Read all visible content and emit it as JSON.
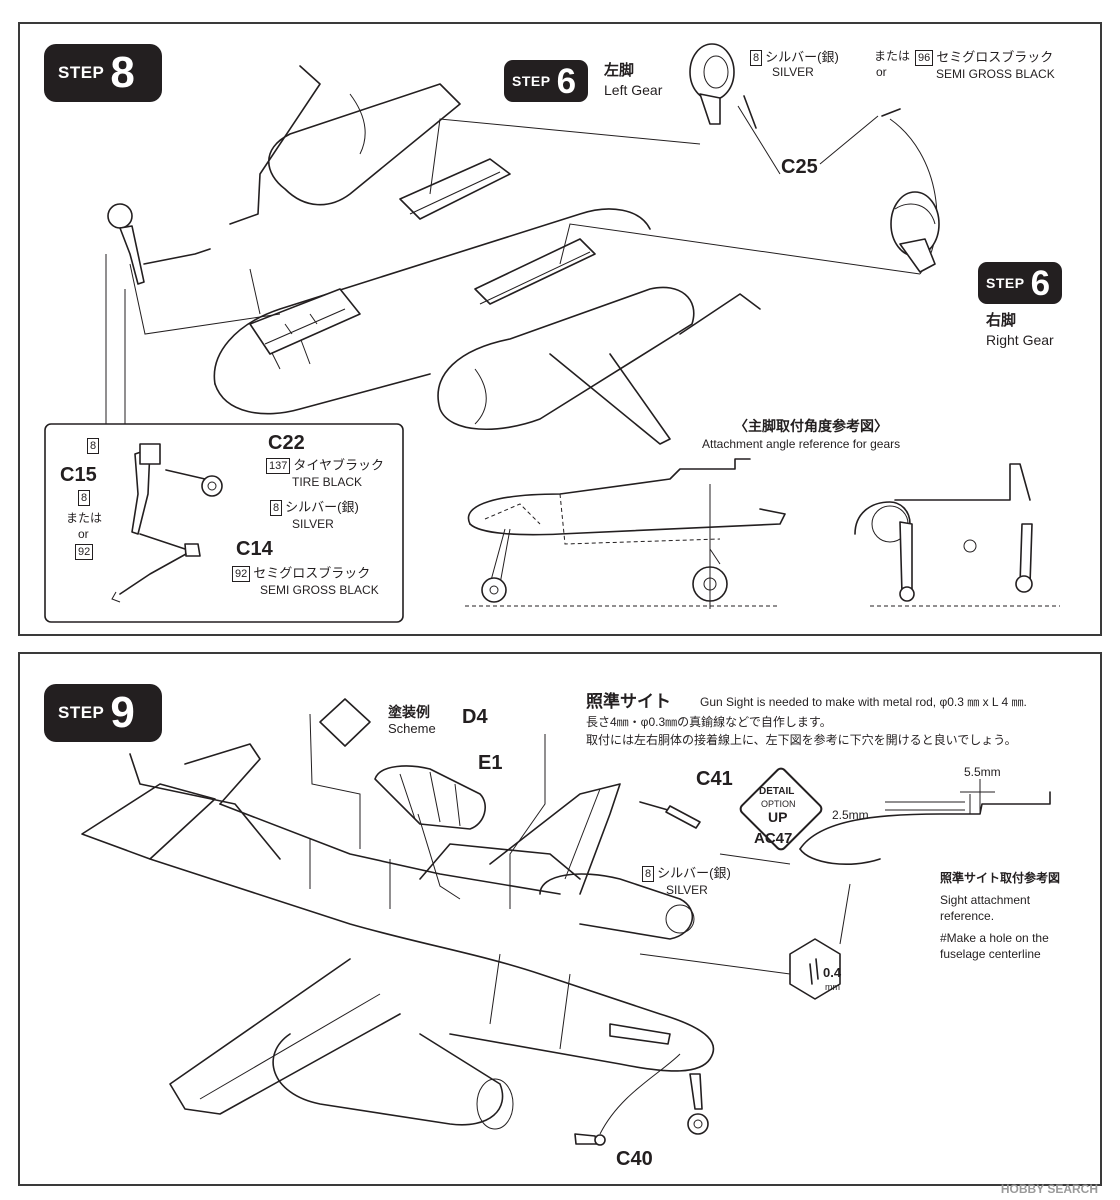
{
  "step8": {
    "label": "STEP",
    "number": "8",
    "left_gear": {
      "step_label": "STEP",
      "step_number": "6",
      "jp": "左脚",
      "en": "Left Gear"
    },
    "right_gear": {
      "step_label": "STEP",
      "step_number": "6",
      "jp": "右脚",
      "en": "Right Gear"
    },
    "paint_top": {
      "code_silver": "8",
      "silver_jp": "シルバー(銀)",
      "silver_en": "SILVER",
      "or_jp": "または",
      "or_en": "or",
      "code_semi": "96",
      "semi_jp": "セミグロスブラック",
      "semi_en": "SEMI GROSS BLACK"
    },
    "c25": "C25",
    "angle_ref": {
      "jp": "〈主脚取付角度参考図〉",
      "en": "Attachment angle reference for gears"
    },
    "inset": {
      "c22": "C22",
      "c15": "C15",
      "c14": "C14",
      "code_8a": "8",
      "code_8b": "8",
      "code_or_jp": "または",
      "code_or_en": "or",
      "code_92a": "92",
      "tire_code": "137",
      "tire_jp": "タイヤブラック",
      "tire_en": "TIRE BLACK",
      "silver_code": "8",
      "silver_jp": "シルバー(銀)",
      "silver_en": "SILVER",
      "semi_code": "92",
      "semi_jp": "セミグロスブラック",
      "semi_en": "SEMI GROSS BLACK"
    }
  },
  "step9": {
    "label": "STEP",
    "number": "9",
    "scheme_jp": "塗装例",
    "scheme_en": "Scheme",
    "d4": "D4",
    "e1": "E1",
    "c41": "C41",
    "c40": "C40",
    "gunsight_jp": "照準サイト",
    "gunsight_en": "Gun Sight is needed to make with metal rod, φ0.3 ㎜ x L 4 ㎜.",
    "gunsight_jp2": "長さ4㎜・φ0.3㎜の真鍮線などで自作します。",
    "gunsight_jp3": "取付には左右胴体の接着線上に、左下図を参考に下穴を開けると良いでしょう。",
    "detail": {
      "line1": "DETAIL",
      "line2": "OPTION",
      "line3": "UP",
      "code": "AC47"
    },
    "c41_paint": {
      "code": "8",
      "jp": "シルバー(銀)",
      "en": "SILVER"
    },
    "dim_55": "5.5mm",
    "dim_25": "2.5mm",
    "sight_ref": {
      "jp": "照準サイト取付参考図",
      "en1": "Sight attachment",
      "en2": "reference.",
      "note1": "#Make a hole on the",
      "note2": "fuselage centerline"
    },
    "drill": {
      "size": "0.4",
      "unit": "mm"
    }
  },
  "watermark": "HOBBY SEARCH"
}
